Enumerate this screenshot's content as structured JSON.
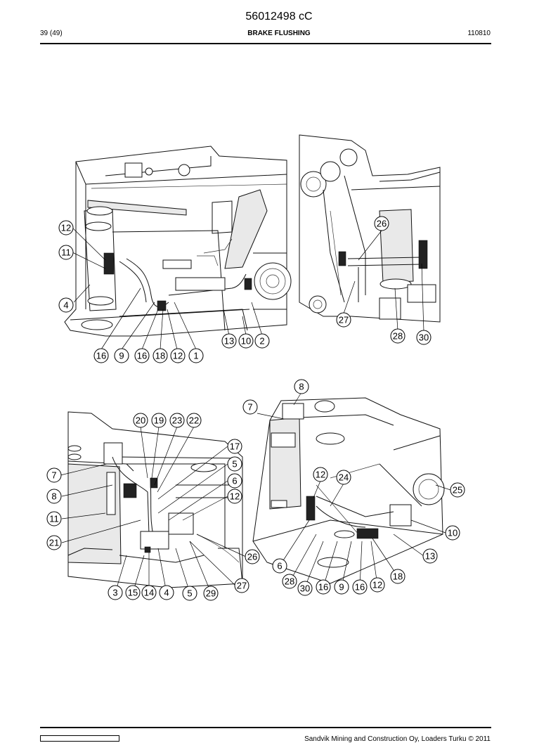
{
  "header": {
    "document_number": "56012498 cC",
    "page": "39 (49)",
    "title": "BRAKE FLUSHING",
    "date": "110810"
  },
  "footer": {
    "copyright": "Sandvik Mining and Construction Oy, Loaders Turku © 2011"
  },
  "figures": {
    "top_left": {
      "callouts": [
        "12",
        "11",
        "4",
        "16",
        "9",
        "16",
        "18",
        "12",
        "1",
        "13",
        "10",
        "2"
      ]
    },
    "top_right": {
      "callouts": [
        "26",
        "27",
        "28",
        "30"
      ]
    },
    "bottom_left": {
      "callouts": [
        "20",
        "19",
        "23",
        "22",
        "17",
        "5",
        "6",
        "12",
        "7",
        "8",
        "11",
        "21",
        "26",
        "27",
        "3",
        "15",
        "14",
        "4",
        "5",
        "29"
      ]
    },
    "bottom_right": {
      "callouts": [
        "8",
        "7",
        "12",
        "24",
        "25",
        "10",
        "13",
        "6",
        "18",
        "28",
        "30",
        "16",
        "9",
        "16",
        "12"
      ]
    }
  }
}
